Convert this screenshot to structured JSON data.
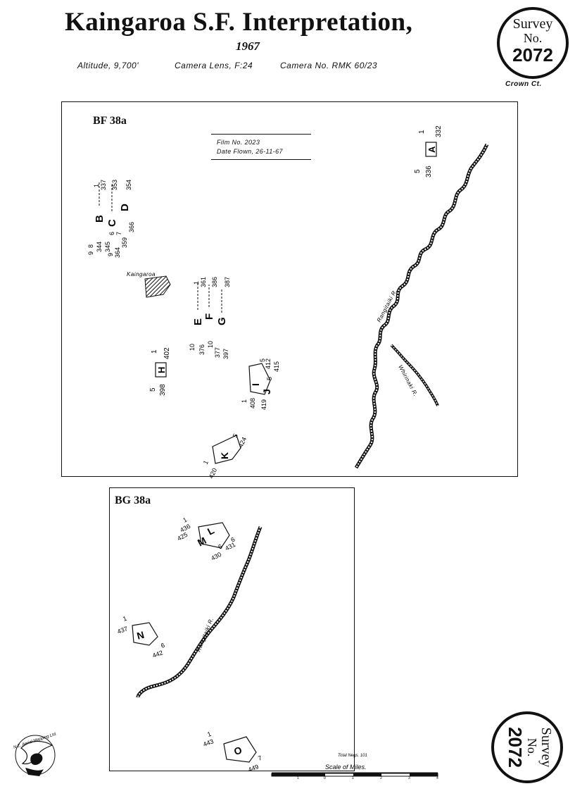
{
  "header": {
    "title": "Kaingaroa S.F. Interpretation,",
    "year": "1967",
    "altitude": "Altitude, 9,700'",
    "lens": "Camera Lens, F:24",
    "camera": "Camera No. RMK 60/23"
  },
  "stamp_top": {
    "l1": "Survey",
    "l2": "No.",
    "l3": "2072",
    "caption": "Crown Ct."
  },
  "stamp_bottom": {
    "l1": "Survey",
    "l2": "No.",
    "l3": "2072"
  },
  "frame1": {
    "label": "BF 38a",
    "film_no": "Film No. 2023",
    "date_flown": "Date Flown, 26-11-67",
    "place": "Kaingaroa",
    "river1": "Rangitaiki R.",
    "river2": "Whirinaki R."
  },
  "frame2": {
    "label": "BG 38a",
    "river": "Rangitaiki R."
  },
  "runs": {
    "A": {
      "letter": "A",
      "n1": "1",
      "n2": "332",
      "n3": "5",
      "n4": "336"
    },
    "BCD": {
      "b": "B",
      "c": "C",
      "d": "D",
      "n1": "1",
      "n2": "337",
      "n3": "8",
      "n4": "344",
      "n5": "9",
      "n6": "345",
      "n7": "9",
      "n8": "364",
      "n9": "6",
      "n10": "7",
      "n11": "353",
      "n12": "354",
      "n13": "359",
      "n14": "366"
    },
    "EFG": {
      "e": "E",
      "f": "F",
      "g": "G",
      "n1": "1",
      "n2": "361",
      "n3": "386",
      "n4": "387",
      "n5": "10",
      "n6": "376",
      "n7": "10",
      "n8": "377",
      "n9": "397"
    },
    "H": {
      "letter": "H",
      "n1": "1",
      "n2": "402",
      "n3": "5",
      "n4": "398"
    },
    "IJ": {
      "i": "I",
      "j": "J",
      "n1": "5",
      "n2": "412",
      "n3": "5",
      "n4": "415",
      "n5": "1",
      "n6": "408",
      "n7": "419"
    },
    "K": {
      "letter": "K",
      "n1": "5",
      "n2": "424",
      "n3": "1",
      "n4": "420"
    },
    "LM": {
      "l": "L",
      "m": "M",
      "n1": "1",
      "n2": "436",
      "n3": "425",
      "n4": "6",
      "n5": "431",
      "n6": "6",
      "n7": "430"
    },
    "N": {
      "letter": "N",
      "n1": "1",
      "n2": "437",
      "n3": "6",
      "n4": "442"
    },
    "O": {
      "letter": "O",
      "n1": "1",
      "n2": "443",
      "n3": "7",
      "n4": "449"
    }
  },
  "footer": {
    "total_negs": "Total Negs. 101",
    "scale_title": "Scale of Miles.",
    "ticks": [
      "1",
      "0",
      "1",
      "2",
      "3",
      "4"
    ],
    "logo_text": "N.Z. Aerial Mapping Ltd."
  },
  "colors": {
    "ink": "#111111",
    "paper": "#ffffff"
  }
}
